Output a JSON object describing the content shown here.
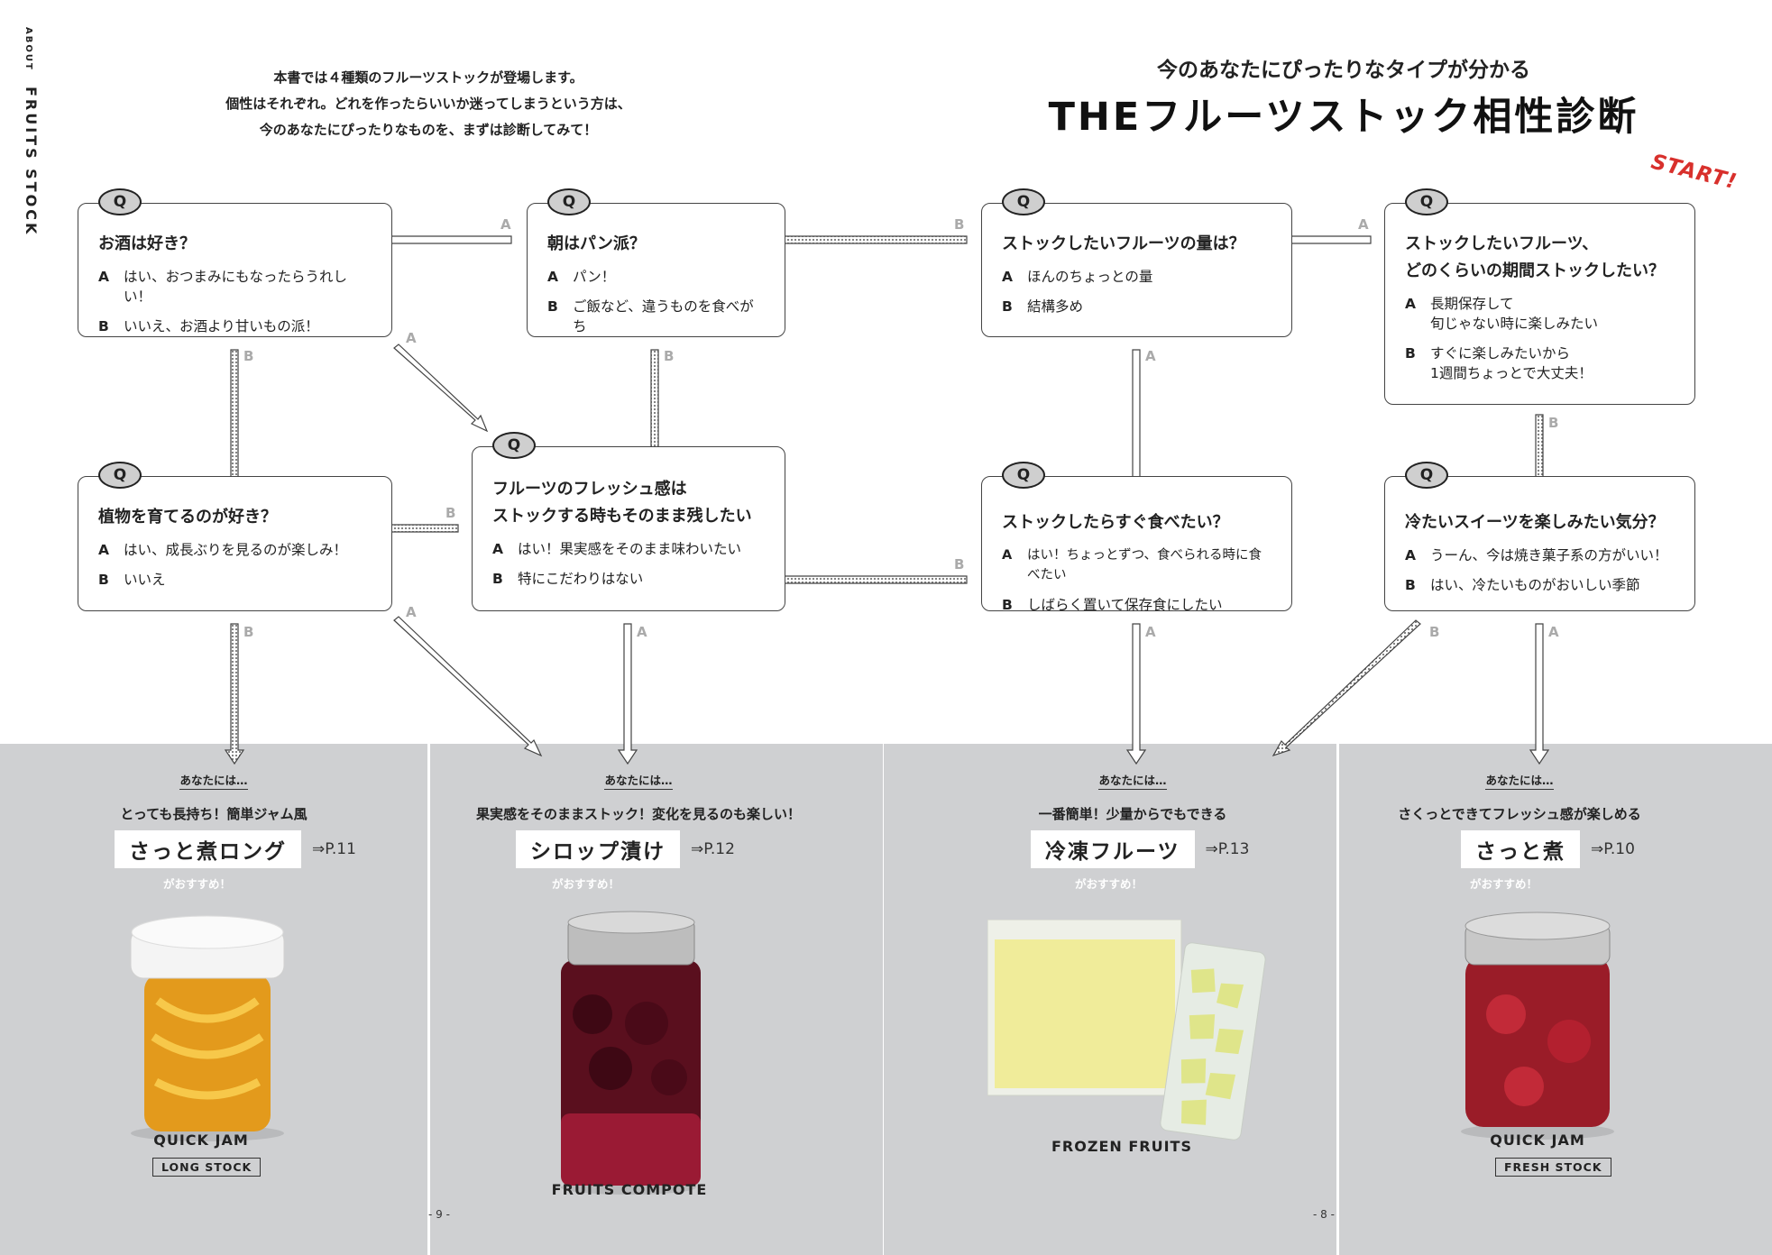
{
  "side_label": {
    "small": "ABOUT",
    "big": "FRUITS STOCK"
  },
  "intro": [
    "本書では４種類のフルーツストックが登場します。",
    "個性はそれぞれ。どれを作ったらいいか迷ってしまうという方は、",
    "今のあなたにぴったりなものを、まずは診断してみて！"
  ],
  "subtitle": "今のあなたにぴったりなタイプが分かる",
  "title": "THEフルーツストック相性診断",
  "start_label": "START!",
  "q_badge": "Q",
  "questions": {
    "alcohol": {
      "q": "お酒は好き？",
      "a": "はい、おつまみにもなったらうれしい！",
      "b": "いいえ、お酒より甘いもの派！"
    },
    "bread": {
      "q": "朝はパン派？",
      "a": "パン！",
      "b": "ご飯など、違うものを食べがち"
    },
    "amount": {
      "q": "ストックしたいフルーツの量は？",
      "a": "ほんのちょっとの量",
      "b": "結構多め"
    },
    "period": {
      "q": "ストックしたいフルーツ、\nどのくらいの期間ストックしたい？",
      "a": "長期保存して\n旬じゃない時に楽しみたい",
      "b": "すぐに楽しみたいから\n1週間ちょっとで大丈夫！"
    },
    "plants": {
      "q": "植物を育てるのが好き？",
      "a": "はい、成長ぶりを見るのが楽しみ！",
      "b": "いいえ"
    },
    "fresh": {
      "q": "フルーツのフレッシュ感は\nストックする時もそのまま残したい",
      "a": "はい！果実感をそのまま味わいたい",
      "b": "特にこだわりはない"
    },
    "eat_soon": {
      "q": "ストックしたらすぐ食べたい？",
      "a": "はい！ちょっとずつ、食べられる時に食べたい",
      "b": "しばらく置いて保存食にしたい"
    },
    "sweets": {
      "q": "冷たいスイーツを楽しみたい気分？",
      "a": "うーん、今は焼き菓子系の方がいい！",
      "b": "はい、冷たいものがおいしい季節"
    }
  },
  "opt_a": "A",
  "opt_b": "B",
  "results": [
    {
      "you": "あなたには…",
      "desc": "とっても長持ち！簡単ジャム風",
      "name": "さっと煮ロング",
      "page": "⇒P.11",
      "rec": "がおすすめ！",
      "product": "QUICK JAM",
      "tag": "LONG STOCK"
    },
    {
      "you": "あなたには…",
      "desc": "果実感をそのままストック！変化を見るのも楽しい！",
      "name": "シロップ漬け",
      "page": "⇒P.12",
      "rec": "がおすすめ！",
      "product": "FRUITS COMPOTE",
      "tag": ""
    },
    {
      "you": "あなたには…",
      "desc": "一番簡単！少量からでもできる",
      "name": "冷凍フルーツ",
      "page": "⇒P.13",
      "rec": "がおすすめ！",
      "product": "FROZEN FRUITS",
      "tag": ""
    },
    {
      "you": "あなたには…",
      "desc": "さくっとできてフレッシュ感が楽しめる",
      "name": "さっと煮",
      "page": "⇒P.10",
      "rec": "がおすすめ！",
      "product": "QUICK JAM",
      "tag": "FRESH STOCK"
    }
  ],
  "page_numbers": {
    "left": "- 9 -",
    "right": "- 8 -"
  },
  "colors": {
    "accent_start": "#d8302c",
    "panel_bg": "#cfd0d2",
    "badge": "#cfcfcf"
  }
}
